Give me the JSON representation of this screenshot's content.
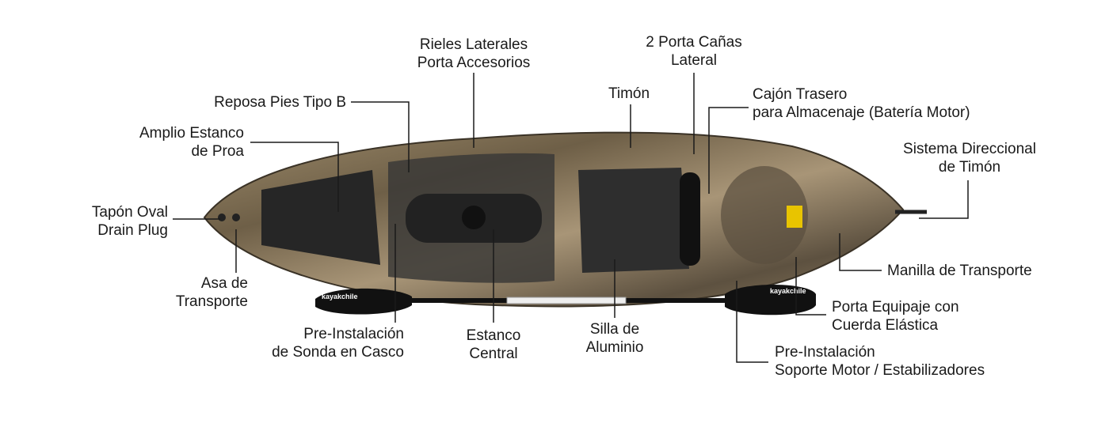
{
  "brand": "kayakchile",
  "labels": {
    "rieles": [
      "Rieles Laterales",
      "Porta Accesorios"
    ],
    "porta_canas": [
      "2 Porta Cañas",
      "Lateral"
    ],
    "timon": [
      "Timón"
    ],
    "reposa_pies": [
      "Reposa Pies Tipo B"
    ],
    "cajon": [
      "Cajón Trasero",
      "para Almacenaje (Batería Motor)"
    ],
    "estanco_proa": [
      "Amplio Estanco",
      "de Proa"
    ],
    "sistema_direccional": [
      "Sistema Direccional",
      "de Timón"
    ],
    "tapon": [
      "Tapón Oval",
      "Drain Plug"
    ],
    "asa": [
      "Asa de",
      "Transporte"
    ],
    "manilla": [
      "Manilla de Transporte"
    ],
    "sonda": [
      "Pre-Instalación",
      "de Sonda en Casco"
    ],
    "estanco_central": [
      "Estanco",
      "Central"
    ],
    "silla": [
      "Silla de",
      "Aluminio"
    ],
    "porta_equipaje": [
      "Porta Equipaje con",
      "Cuerda Elástica"
    ],
    "soporte_motor": [
      "Pre-Instalación",
      "Soporte Motor / Estabilizadores"
    ]
  },
  "colors": {
    "hull": "#8a7658",
    "deck": "#2a2a2a",
    "line": "#1a1a1a",
    "accent": "#e8c400"
  }
}
